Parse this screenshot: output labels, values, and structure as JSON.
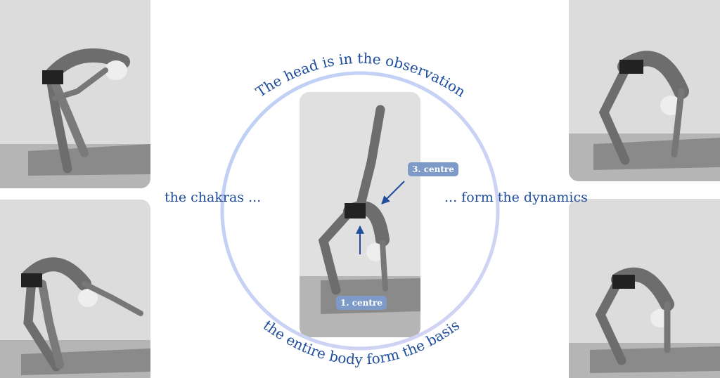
{
  "arc_texts": {
    "top": "The head is in  the observation",
    "bottom": "the entire body form the basis"
  },
  "side_texts": {
    "left": "the chakras ...",
    "right": "... form the dynamics"
  },
  "labels": {
    "centre_3": "3. centre",
    "centre_1": "1. centre"
  },
  "colors": {
    "text": "#1e4d9c",
    "ring": "#c4d3f4",
    "tag": "#7d9ac8"
  }
}
